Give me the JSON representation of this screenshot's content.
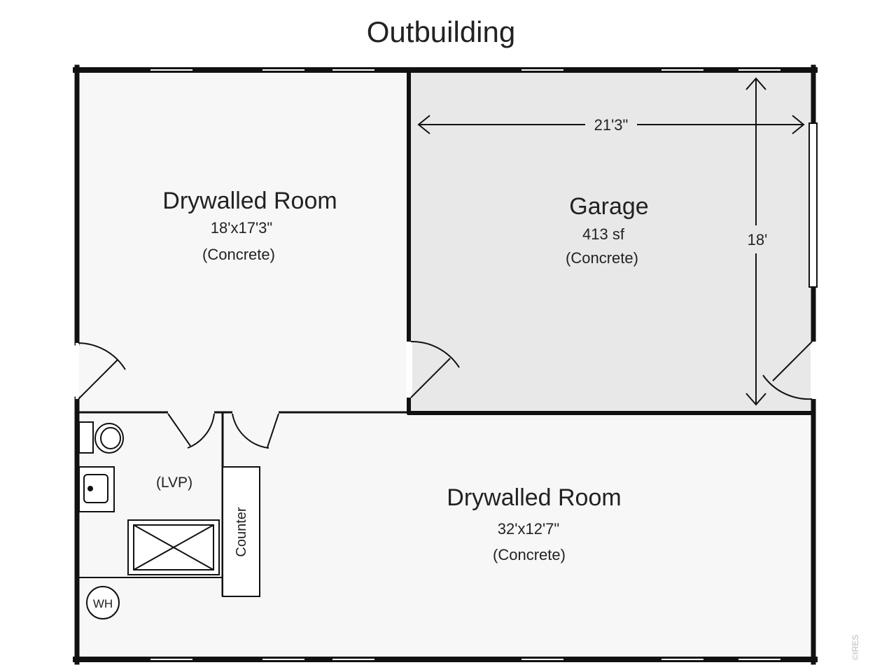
{
  "title": "Outbuilding",
  "rooms": {
    "top_left": {
      "name": "Drywalled Room",
      "size": "18'x17'3\"",
      "floor": "(Concrete)"
    },
    "garage": {
      "name": "Garage",
      "area": "413 sf",
      "floor": "(Concrete)",
      "width_dim": "21'3\"",
      "depth_dim": "18'"
    },
    "bottom": {
      "name": "Drywalled Room",
      "size": "32'x12'7\"",
      "floor": "(Concrete)"
    },
    "bath": {
      "floor": "(LVP)"
    }
  },
  "fixtures": {
    "counter": "Counter",
    "water_heater": "WH"
  },
  "watermark": "©IRES",
  "colors": {
    "wall": "#111111",
    "garage_fill": "#e8e8e8",
    "room_fill": "#f7f7f7"
  }
}
